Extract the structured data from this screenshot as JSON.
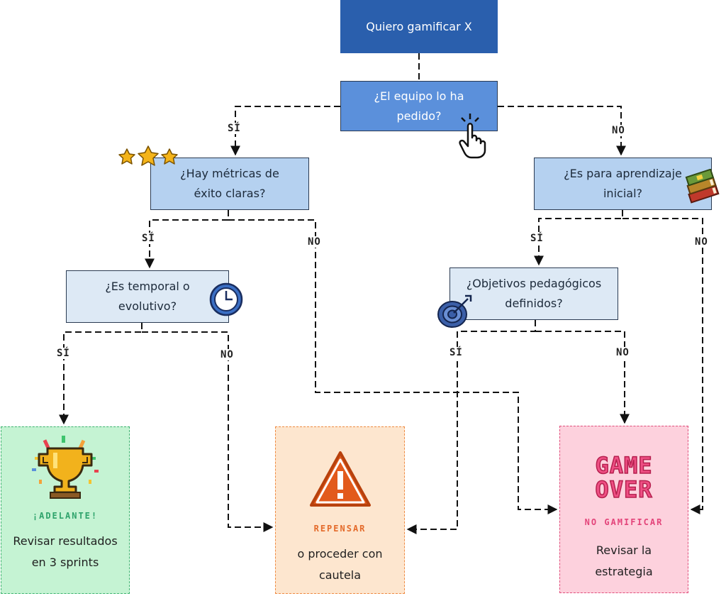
{
  "nodes": {
    "start": {
      "text": "Quiero gamificar X"
    },
    "q_team": {
      "lines": [
        "¿El equipo lo ha",
        "pedido?"
      ]
    },
    "q_metrics": {
      "lines": [
        "¿Hay métricas de",
        "éxito claras?"
      ]
    },
    "q_learning": {
      "lines": [
        "¿Es para aprendizaje",
        "inicial?"
      ]
    },
    "q_temporal": {
      "lines": [
        "¿Es temporal o",
        "evolutivo?"
      ]
    },
    "q_objectives": {
      "lines": [
        "¿Objetivos pedagógicos",
        "definidos?"
      ]
    }
  },
  "results": {
    "go": {
      "label": "¡ADELANTE!",
      "lines": [
        "Revisar resultados",
        "en 3 sprints"
      ]
    },
    "rethink": {
      "label": "REPENSAR",
      "lines": [
        "o proceder con",
        "cautela"
      ]
    },
    "nogo": {
      "label": "NO GAMIFICAR",
      "banner": [
        "GAME",
        "OVER"
      ],
      "lines": [
        "Revisar la",
        "estrategia"
      ]
    }
  },
  "edge_labels": {
    "yes": "SÍ",
    "no": "NO"
  },
  "colors": {
    "start_bg": "#2a5fad",
    "q_team_bg": "#5b90db",
    "level2_bg": "#b5d1f0",
    "level3_bg": "#dde9f5",
    "go_bg": "#c5f3d3",
    "rethink_bg": "#fde6cf",
    "nogo_bg": "#fdd1dd"
  },
  "icons": [
    "pointer-hand-icon",
    "stars-icon",
    "books-icon",
    "clock-icon",
    "target-icon",
    "trophy-icon",
    "warning-icon",
    "game-over-icon"
  ]
}
